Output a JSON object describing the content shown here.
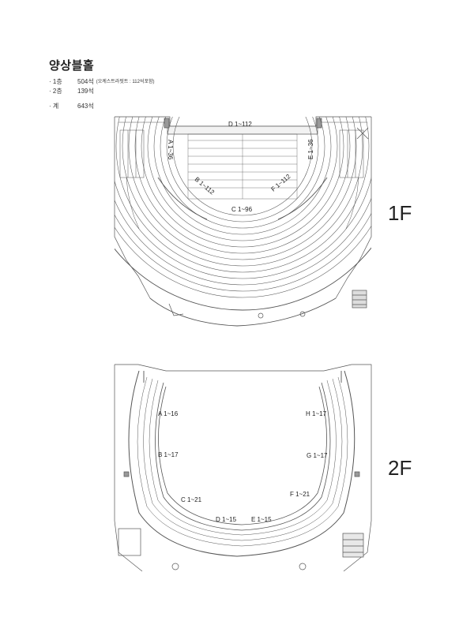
{
  "title": "양상블홀",
  "summary": [
    {
      "label": "· 1층",
      "value": "504석",
      "note": "(오케스트라핏트 : 112석포함)"
    },
    {
      "label": "· 2층",
      "value": "139석",
      "note": ""
    },
    {
      "label": "· 계",
      "value": "643석",
      "note": ""
    }
  ],
  "floor1": {
    "label": "1F",
    "sections": {
      "D": "D  1~112",
      "A": "A  1~36",
      "E": "E  1~36",
      "B": "B  1~112",
      "F": "F  1~112",
      "C": "C  1~96"
    }
  },
  "floor2": {
    "label": "2F",
    "sections": {
      "A": "A  1~16",
      "B": "B  1~17",
      "C": "C  1~21",
      "D": "D  1~15",
      "E": "E  1~15",
      "F": "F  1~21",
      "G": "G  1~17",
      "H": "H  1~17"
    }
  }
}
